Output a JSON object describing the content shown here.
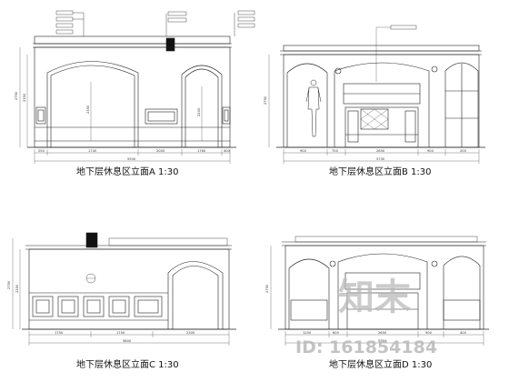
{
  "drawing": {
    "elevations": [
      {
        "id": "A",
        "caption": "地下层休息区立面A 1:30",
        "overall_dim": "5500",
        "bottom_dims": [
          "250",
          "1745",
          "2000",
          "1760",
          "400"
        ],
        "height_dims": [
          "2750",
          "2350"
        ],
        "inner_dims": [
          "2350",
          "2200"
        ]
      },
      {
        "id": "B",
        "caption": "地下层休息区立面B 1:30",
        "overall_dim": "5750",
        "bottom_dims": [
          "900",
          "700",
          "2650",
          "900",
          "200"
        ],
        "height_dims": [
          "2750"
        ],
        "inner_dims": []
      },
      {
        "id": "C",
        "caption": "地下层休息区立面C 1:30",
        "overall_dim": "5800",
        "bottom_dims": [
          "1750",
          "1750",
          "2300"
        ],
        "height_dims": [
          "2750",
          "2350"
        ],
        "inner_dims": []
      },
      {
        "id": "D",
        "caption": "地下层休息区立面D 1:30",
        "overall_dim": "5750",
        "bottom_dims": [
          "1200",
          "600",
          "2650",
          "900",
          "400"
        ],
        "height_dims": [
          "2750"
        ],
        "inner_dims": []
      }
    ]
  },
  "watermark": {
    "logo_text": "知末",
    "id_text": "ID: 161854184"
  },
  "colors": {
    "line": "#222222",
    "light_line": "#555555",
    "watermark": "#b9b9b9"
  }
}
